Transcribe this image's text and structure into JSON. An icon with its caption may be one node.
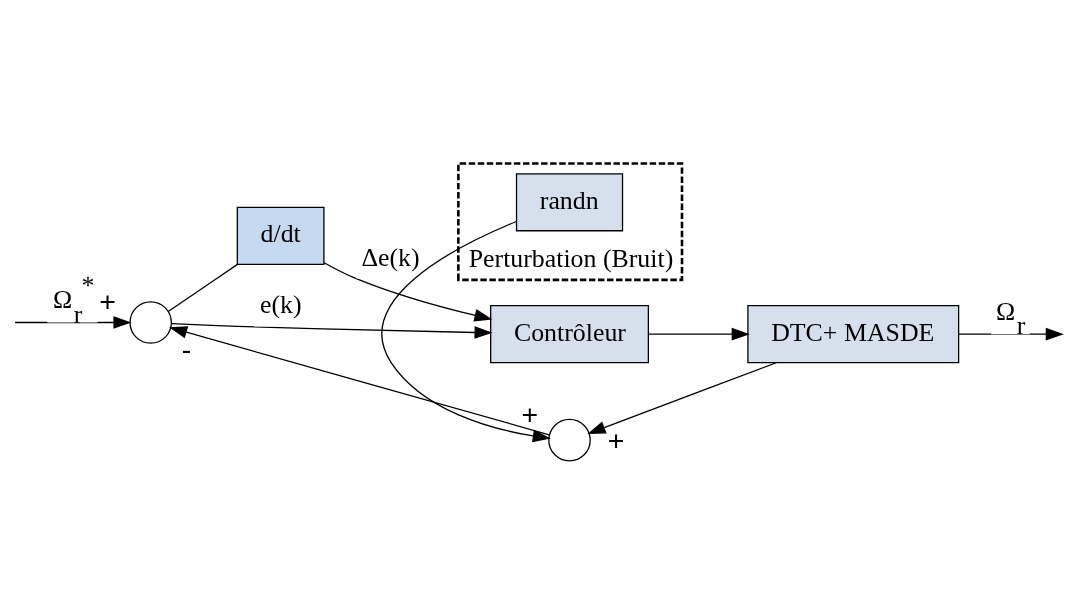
{
  "diagram": {
    "nodes": [
      {
        "text": [],
        "shape": "circle"
      },
      {
        "text": [
          "d/dt"
        ]
      },
      {
        "text": [
          "Contrôleur"
        ]
      },
      {
        "text": [
          "DTC+ MASDE"
        ]
      },
      {
        "text": [],
        "shape": "circle"
      },
      {
        "text": [
          "Perturbation (Bruit)"
        ]
      },
      {
        "text": [
          "randn"
        ],
        "in": 5
      }
    ],
    "edges": [
      {
        "from": null,
        "to": 0,
        "arrow": "to",
        "label": "Ω$_{r}$$^{*}$"
      },
      {
        "from": 0,
        "to": 2,
        "arrow": "to",
        "label": "e(k)"
      },
      {
        "from": 0,
        "to": 1,
        "arrow": "none"
      },
      {
        "from": 1,
        "to": 2,
        "arrow": "to",
        "label": "Δe(k)"
      },
      {
        "from": 2,
        "to": 3,
        "arrow": "to"
      },
      {
        "from": 3,
        "to": null,
        "arrow": "to",
        "label": "Ω$_{r}$"
      },
      {
        "from": 3,
        "to": 4,
        "arrow": "to"
      },
      {
        "from": 4,
        "to": 0,
        "arrow": "to"
      },
      {
        "from": 6,
        "to": 4,
        "arrow": "to"
      }
    ],
    "labels": [
      "+",
      "-",
      "+",
      "+"
    ]
  }
}
